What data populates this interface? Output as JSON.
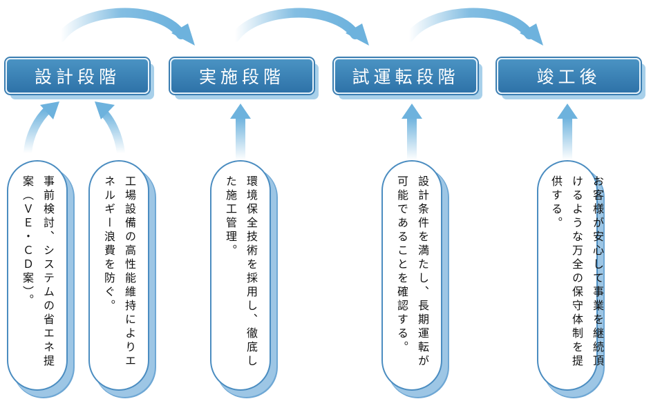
{
  "stages": [
    {
      "label": "設計段階"
    },
    {
      "label": "実施段階"
    },
    {
      "label": "試運転段階"
    },
    {
      "label": "竣工後"
    }
  ],
  "notes": [
    {
      "text": "事前検討、システムの省エネ提案（ＶＥ・ＣＤ案）。"
    },
    {
      "text": "工場設備の高性能維持によりエネルギー浪費を防ぐ。"
    },
    {
      "text": "環境保全技術を採用し、徹底した施工管理。"
    },
    {
      "text": "設計条件を満たし、長期運転が可能であることを確認する。"
    },
    {
      "text": "お客様が安心して事業を継続頂けるような万全の保守体制を提供する。"
    }
  ],
  "colors": {
    "stage_fill": "#3a80b5",
    "stage_shadow": "#a8d0ea",
    "arrow": "#6db2dd",
    "pill_border": "#4a8cc0",
    "pill_shadow": "#9dc6e5"
  }
}
